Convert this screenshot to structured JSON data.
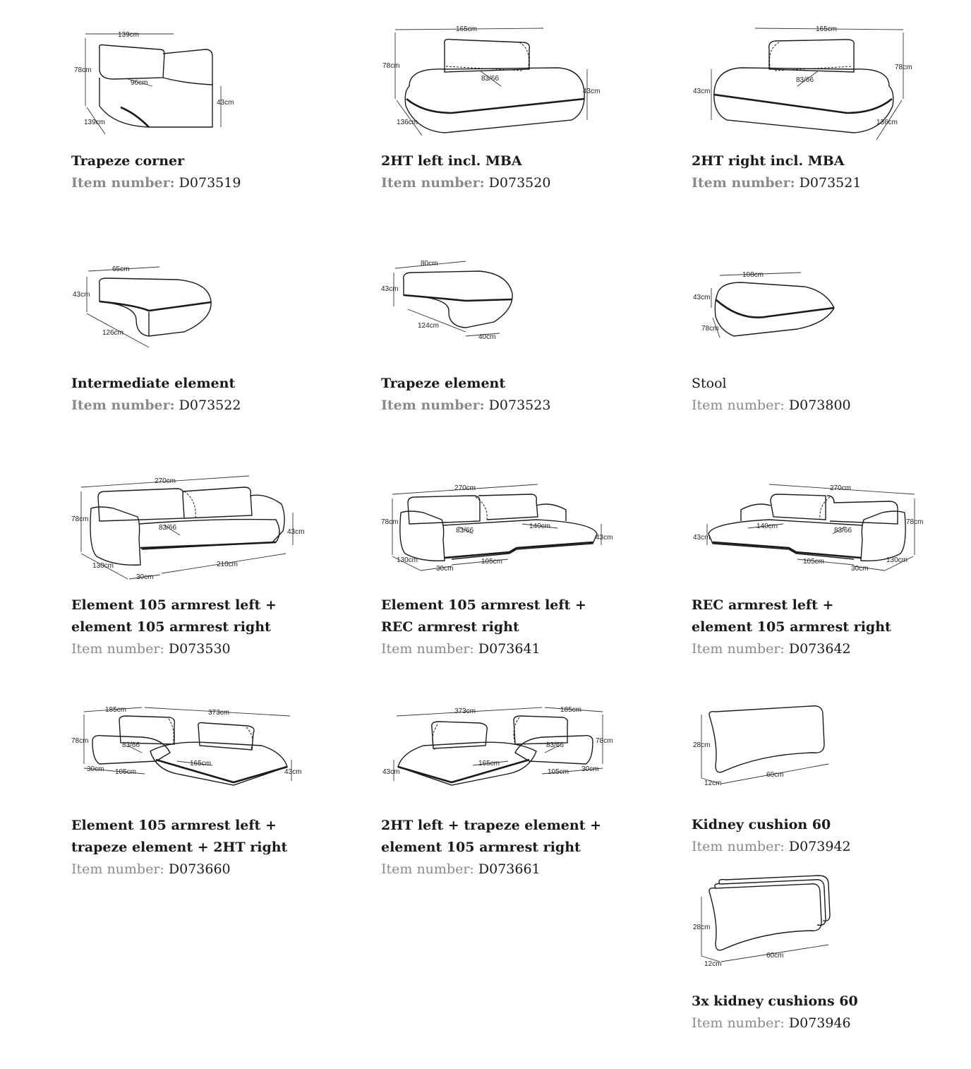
{
  "items": [
    {
      "title": "Trapeze corner",
      "label": "Item number:",
      "number": "D073519",
      "dims": [
        "139cm",
        "78cm",
        "96cm",
        "43cm",
        "139cm"
      ]
    },
    {
      "title": "2HT left incl. MBA",
      "label": "Item number:",
      "number": "D073520",
      "dims": [
        "165cm",
        "78cm",
        "83/66",
        "43cm",
        "136cm"
      ]
    },
    {
      "title": "2HT right incl. MBA",
      "label": "Item number:",
      "number": "D073521",
      "dims": [
        "165cm",
        "78cm",
        "83/66",
        "43cm",
        "136cm"
      ]
    },
    {
      "title": "Intermediate element",
      "label": "Item number:",
      "number": "D073522",
      "dims": [
        "65cm",
        "43cm",
        "126cm"
      ]
    },
    {
      "title": "Trapeze element",
      "label": "Item number:",
      "number": "D073523",
      "dims": [
        "80cm",
        "43cm",
        "124cm",
        "40cm"
      ]
    },
    {
      "title": "Stool",
      "label": "Item number:",
      "number": "D073800",
      "dims": [
        "108cm",
        "43cm",
        "78cm"
      ]
    },
    {
      "title": "Element 105 armrest left +\nelement 105 armrest right",
      "label": "Item number:",
      "number": "D073530",
      "dims": [
        "270cm",
        "78cm",
        "83/66",
        "43cm",
        "130cm",
        "30cm",
        "210cm"
      ]
    },
    {
      "title": "Element 105 armrest left +\nREC armrest right",
      "label": "Item number:",
      "number": "D073641",
      "dims": [
        "270cm",
        "78cm",
        "83/66",
        "140cm",
        "43cm",
        "130cm",
        "30cm",
        "105cm"
      ]
    },
    {
      "title": "REC armrest left +\nelement 105 armrest right",
      "label": "Item number:",
      "number": "D073642",
      "dims": [
        "270cm",
        "78cm",
        "140cm",
        "83/66",
        "43cm",
        "105cm",
        "30cm",
        "130cm"
      ]
    },
    {
      "title": "Element 105 armrest left +\ntrapeze element + 2HT right",
      "label": "Item number:",
      "number": "D073660",
      "dims": [
        "185cm",
        "373cm",
        "78cm",
        "83/66",
        "165cm",
        "30cm",
        "105cm",
        "43cm"
      ]
    },
    {
      "title": "2HT left + trapeze element +\nelement 105 armrest right",
      "label": "Item number:",
      "number": "D073661",
      "dims": [
        "373cm",
        "185cm",
        "78cm",
        "83/66",
        "165cm",
        "43cm",
        "105cm",
        "30cm"
      ]
    },
    {
      "title": "Kidney cushion 60",
      "label": "Item number:",
      "number": "D073942",
      "dims": [
        "28cm",
        "12cm",
        "60cm"
      ]
    },
    {
      "title": "3x kidney cushions 60",
      "label": "Item number:",
      "number": "D073946",
      "dims": [
        "28cm",
        "12cm",
        "60cm"
      ]
    }
  ]
}
